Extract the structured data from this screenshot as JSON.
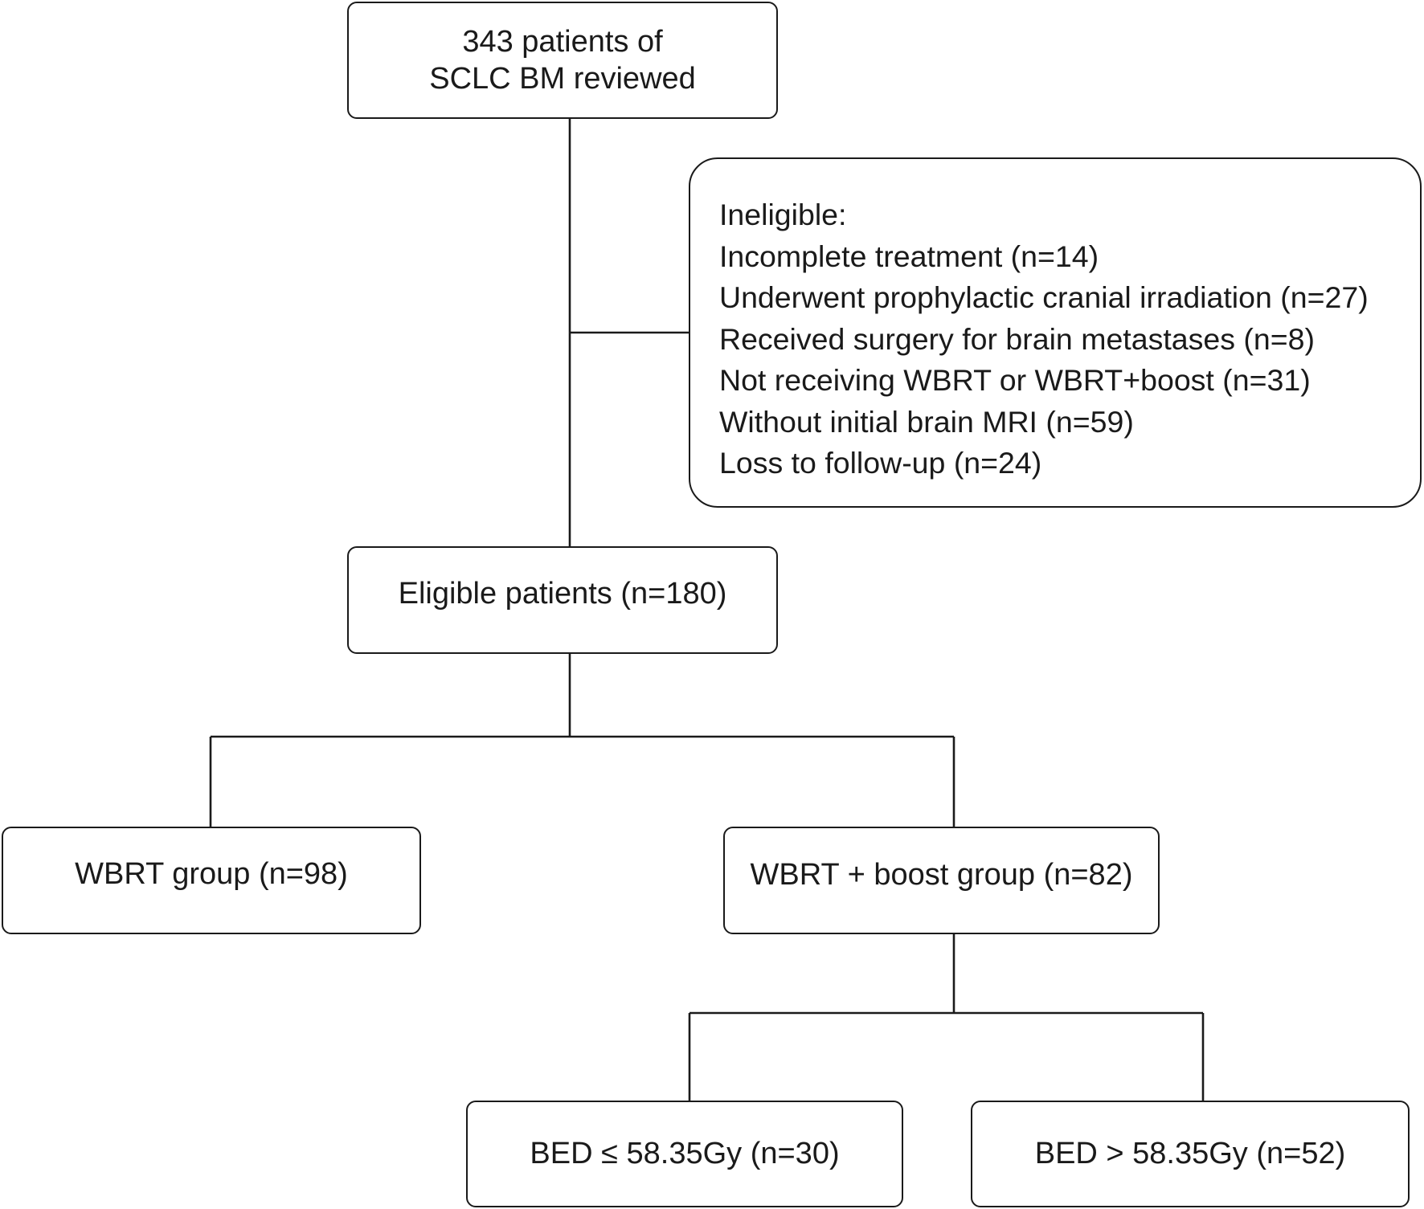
{
  "boxes": {
    "start": {
      "lines": [
        "343 patients of",
        "SCLC BM reviewed"
      ]
    },
    "ineligible": {
      "title": "Ineligible:",
      "items": [
        "Incomplete treatment (n=14)",
        "Underwent prophylactic cranial irradiation (n=27)",
        "Received surgery for brain metastases (n=8)",
        "Not receiving WBRT or WBRT+boost (n=31)",
        "Without initial brain MRI (n=59)",
        "Loss to follow-up (n=24)"
      ]
    },
    "eligible": {
      "label": "Eligible patients (n=180)"
    },
    "wbrt": {
      "label": "WBRT group (n=98)"
    },
    "wbrt_boost": {
      "label": "WBRT + boost group (n=82)"
    },
    "bed_low": {
      "label": "BED ≤ 58.35Gy (n=30)"
    },
    "bed_high": {
      "label": "BED > 58.35Gy (n=52)"
    }
  },
  "colors": {
    "line": "#1a1a1a",
    "box_border": "#1a1a1a",
    "background": "#ffffff",
    "text": "#1a1a1a"
  }
}
